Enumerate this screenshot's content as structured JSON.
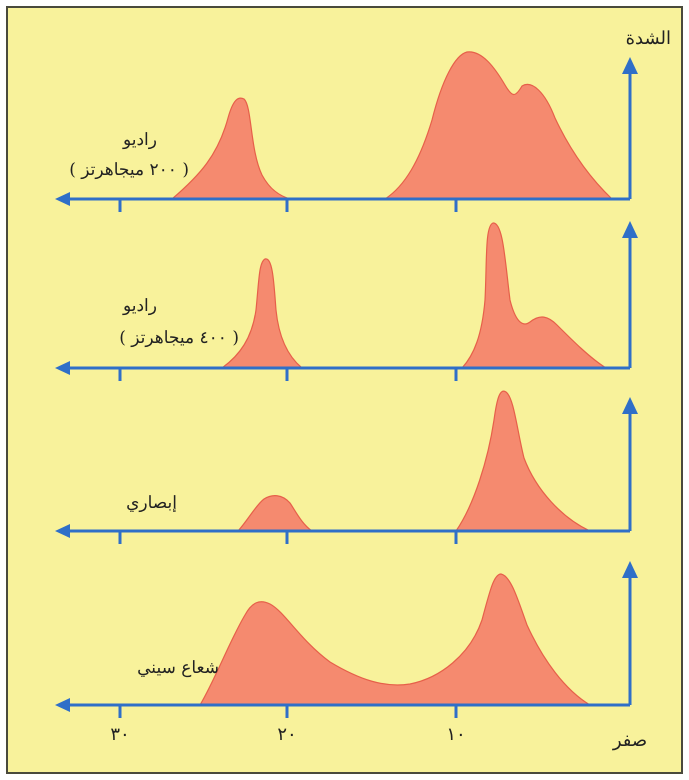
{
  "y_axis_label": "الشدة",
  "x_origin_label": "صفر",
  "x_ticks": [
    {
      "value": 10,
      "label": "١٠"
    },
    {
      "value": 20,
      "label": "٢٠"
    },
    {
      "value": 30,
      "label": "٣٠"
    }
  ],
  "panels": [
    {
      "id": "radio-200",
      "label_line1": "راديو",
      "label_line2": "( ٢٠٠ ميجاهرتز )"
    },
    {
      "id": "radio-400",
      "label_line1": "راديو",
      "label_line2": "( ٤٠٠ ميجاهرتز )"
    },
    {
      "id": "optical",
      "label_line1": "إبصاري",
      "label_line2": ""
    },
    {
      "id": "xray",
      "label_line1": "شعاع سيني",
      "label_line2": ""
    }
  ],
  "colors": {
    "background": "#f8f29b",
    "fill": "#f58a6f",
    "fill_edge": "#e6604a",
    "axis": "#2f6fc8"
  }
}
